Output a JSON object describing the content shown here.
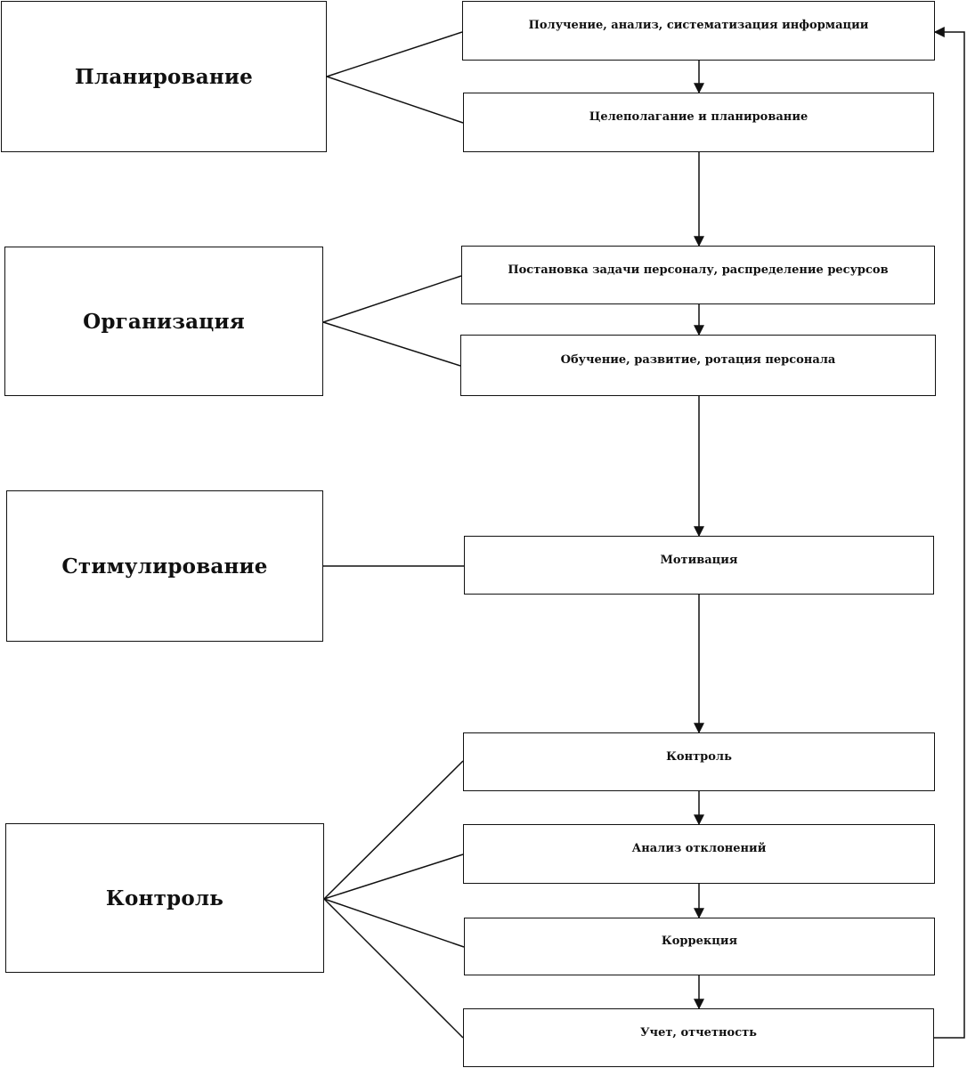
{
  "functions": {
    "planning": "Планирование",
    "organization": "Организация",
    "stimulation": "Стимулирование",
    "control": "Контроль"
  },
  "steps": {
    "info": "Получение, анализ, систематизация информации",
    "goal_setting": "Целеполагание и планирование",
    "task_setting": "Постановка задачи персоналу, распределение ресурсов",
    "training": "Обучение, развитие, ротация персонала",
    "motivation": "Мотивация",
    "control": "Контроль",
    "deviation_analysis": "Анализ отклонений",
    "correction": "Коррекция",
    "reporting": "Учет, отчетность"
  }
}
